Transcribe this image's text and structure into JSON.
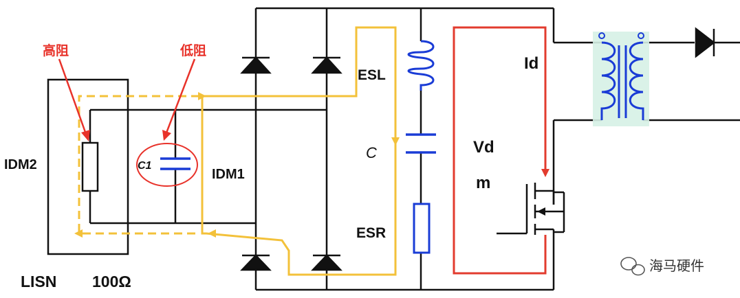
{
  "labels": {
    "high_impedance": "高阻",
    "low_impedance": "低阻",
    "idm2": "IDM2",
    "c1": "C1",
    "idm1": "IDM1",
    "esl": "ESL",
    "c": "C",
    "esr": "ESR",
    "id": "Id",
    "vd": "Vd",
    "m": "m",
    "lisn": "LISN",
    "resistance": "100Ω"
  },
  "watermark": {
    "brand": "海马硬件"
  },
  "colors": {
    "wire": "#111111",
    "component": "#1a3cd6",
    "common_mode_path": "#f3c13a",
    "drain_path": "#e23b2e",
    "annotation": "#e8322a",
    "transformer_highlight": "#d6f1e6"
  }
}
